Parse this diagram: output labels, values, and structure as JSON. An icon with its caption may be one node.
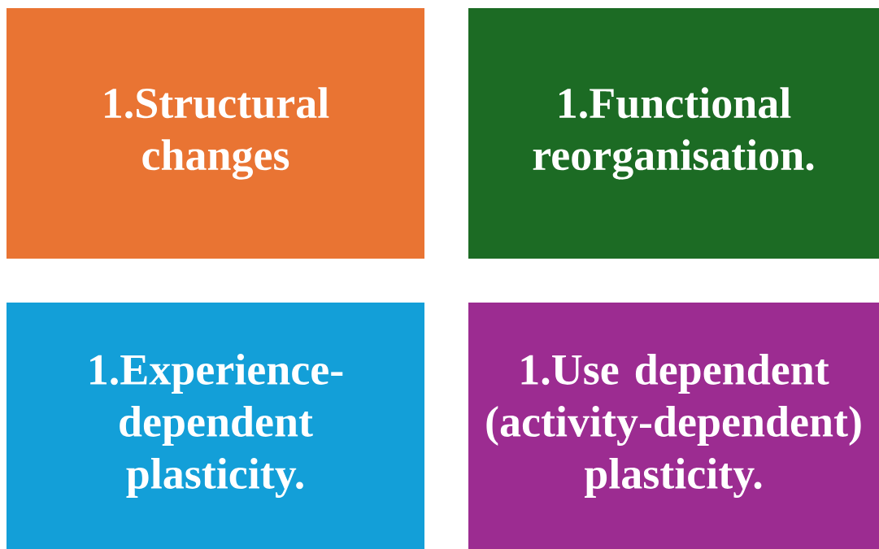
{
  "diagram": {
    "nodes": [
      {
        "text": [
          "1.Structural changes"
        ]
      },
      {
        "text": [
          "1.Functional reorganisation."
        ]
      },
      {
        "text": [
          "1.Experience-dependent plasticity."
        ]
      },
      {
        "text": [
          "1.Use dependent (activity-dependent) plasticity."
        ]
      }
    ]
  }
}
